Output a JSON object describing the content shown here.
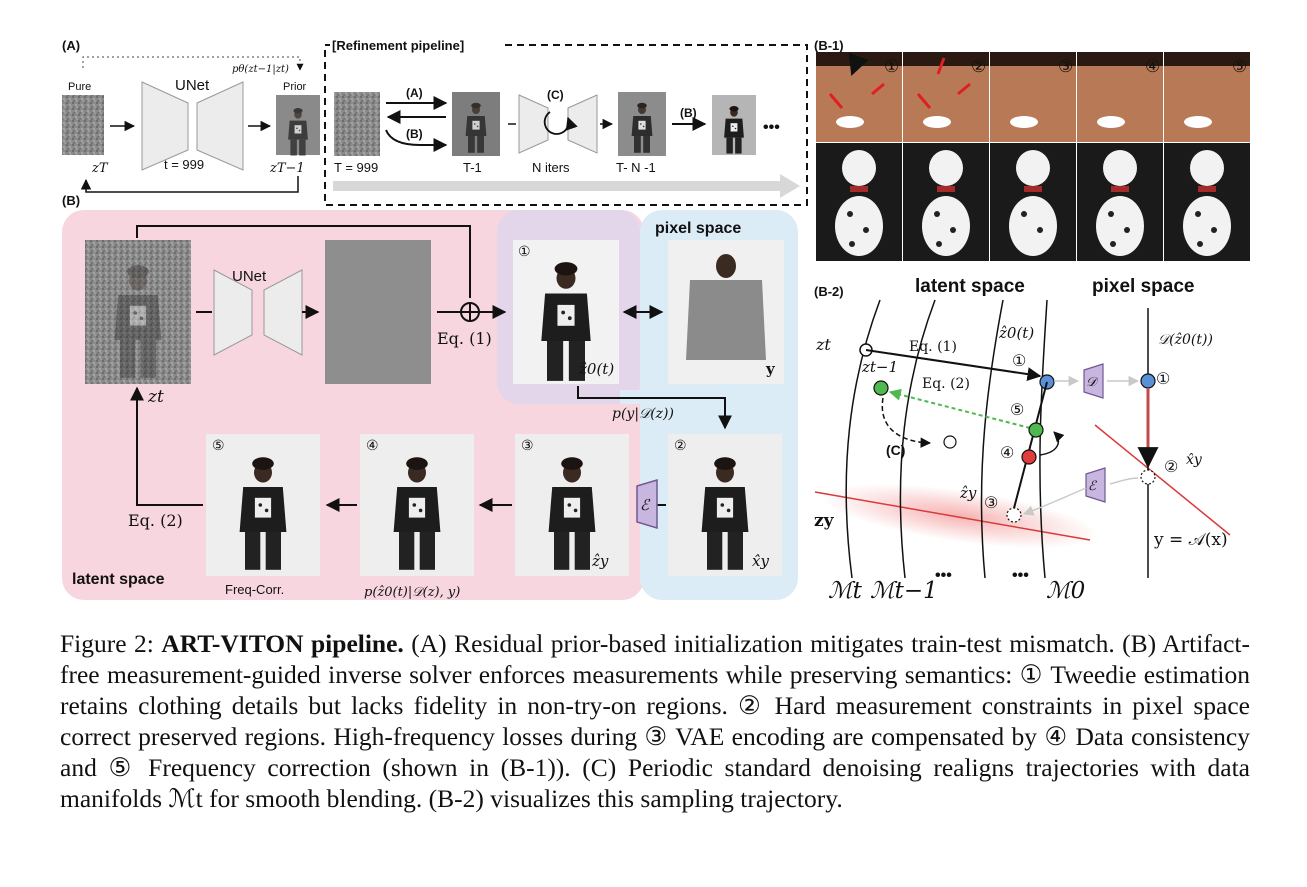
{
  "panelA": {
    "label": "(A)",
    "pure_label": "Pure",
    "prior_label": "Prior",
    "prior_formula": "pθ(zt−1|zt)",
    "unet_label": "UNet",
    "timestep": "t = 999",
    "zT": "zT",
    "zT1": "zT−1"
  },
  "refine": {
    "title": "[Refinement pipeline]",
    "t999": "T = 999",
    "arrowA": "(A)",
    "arrowB": "(B)",
    "arrowC": "(C)",
    "arrowB2": "(B)",
    "tm1": "T-1",
    "niters": "N iters",
    "tmn": "T- N -1",
    "dots": "•••"
  },
  "panelB": {
    "label": "(B)",
    "unet_label": "UNet",
    "zt": "zt",
    "eq1": "Eq. (1)",
    "eq2": "Eq. (2)",
    "pixel_space": "pixel space",
    "latent_space": "latent space",
    "y": "y",
    "z0hat": "ẑ0(t)",
    "likelihood": "p(y|𝒟(z))",
    "zyhat": "ẑy",
    "xyhat": "x̂y",
    "enc": "ℰ",
    "freq_corr": "Freq-Corr.",
    "posterior": "p(ẑ0(t)|𝒟(z), y)",
    "n1": "①",
    "n2": "②",
    "n3": "③",
    "n4": "④",
    "n5": "⑤"
  },
  "b1": {
    "label": "(B-1)",
    "nums": [
      "①",
      "②",
      "③",
      "④",
      "⑤"
    ]
  },
  "b2": {
    "label": "(B-2)",
    "latent_space": "latent space",
    "pixel_space": "pixel space",
    "zt": "zt",
    "zt1": "zt−1",
    "eq1": "Eq. (1)",
    "eq2": "Eq. (2)",
    "z0hat": "ẑ0(t)",
    "dz0hat": "𝒟(ẑ0(t))",
    "dec": "𝒟",
    "enc": "ℰ",
    "c": "(C)",
    "zyhat": "ẑy",
    "xyhat": "x̂y",
    "zy": "zy",
    "yAx": "y = 𝒜(x)",
    "mt": "ℳt",
    "mt1": "ℳt−1",
    "m0": "ℳ0",
    "dots": "•••",
    "n1": "①",
    "n2": "②",
    "n3": "③",
    "n4": "④",
    "n5": "⑤"
  },
  "caption": {
    "prefix": "Figure 2: ",
    "title": "ART-VITON pipeline.",
    "body": " (A) Residual prior-based initialization mitigates train-test mismatch. (B) Artifact-free measurement-guided inverse solver enforces measurements while preserving semantics: ① Tweedie estimation retains clothing details but lacks fidelity in non-try-on regions. ② Hard measurement constraints in pixel space correct preserved regions. High-frequency losses during ③ VAE encoding are compensated by ④ Data consistency and ⑤ Frequency correction (shown in (B-1)). (C) Periodic standard denoising realigns trajectories with data manifolds ℳt for smooth blending. (B-2) visualizes this sampling trajectory."
  },
  "colors": {
    "latent_pink": "#f7d6df",
    "pixel_blue": "#dcecf7",
    "purple": "#e3d6ea",
    "node_blue": "#5b8fd6",
    "node_green": "#4fb84f",
    "node_red": "#e23b3b",
    "enc_purple": "#c9b6e0"
  }
}
